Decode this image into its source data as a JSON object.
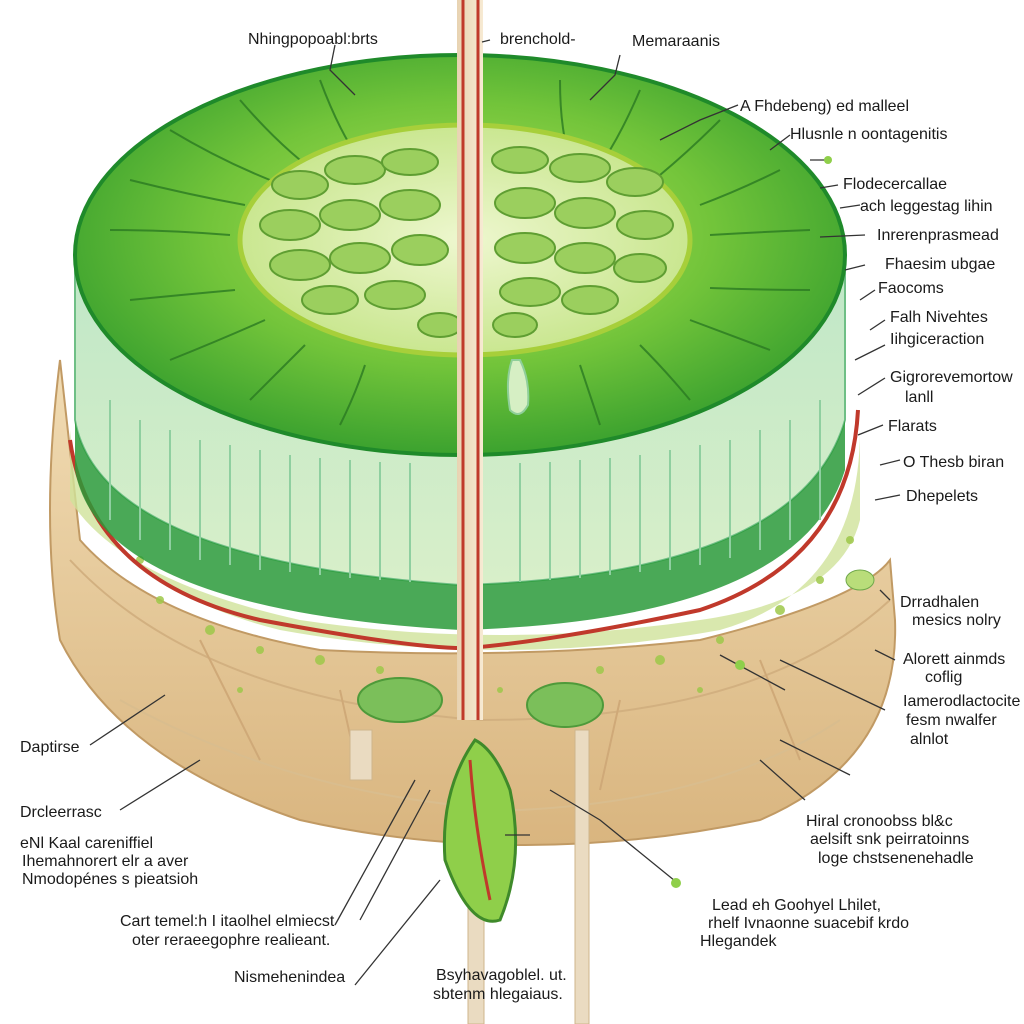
{
  "colors": {
    "leaf_dark": "#1f8a2a",
    "leaf_mid": "#4cb52f",
    "leaf_light": "#8fd04a",
    "cells": "#9bcf5e",
    "soil": "#e9cfa3",
    "soil_dark": "#c9a46f",
    "vessel_red": "#c0392b",
    "leader_line": "#333333"
  },
  "labels": {
    "top_left": "Nhingpopoabl:brts",
    "top_mid": "brenchold-",
    "top_right": "Memaraanis",
    "r1": "A Fhdebeng) ed malleel",
    "r2": "Hlusnle n oontagenitis",
    "r3a": "Flodecercallae",
    "r3b": "ach leggestag lihin",
    "r4": "Inrerenprasmead",
    "r5a": "Fhaesim ubgae",
    "r5b": "Faocoms",
    "r6a": "Falh Nivehtes",
    "r6b": "Iihgiceraction",
    "r7a": "Gigrorevemortow",
    "r7b": "lanll",
    "r8": "Flarats",
    "r9": "O Thesb biran",
    "r10": "Dhepelets",
    "r11a": "Drradhalen",
    "r11b": "mesics nolry",
    "r12a": "Alorett ainmds",
    "r12b": "coflig",
    "r13a": "Iamerodlactocite",
    "r13b": "fesm nwalfer",
    "r13c": "alnlot",
    "r14a": "Hiral cronoobss bl&c",
    "r14b": "aelsift snk peirratoinns",
    "r14c": "loge chstsenenehadle",
    "r15a": "Lead eh Goohyel Lhilet,",
    "r15b": "rhelf Ivnaonne suacebif krdo",
    "r15c": "Hlegandek",
    "l1": "Daptirse",
    "l2": "Drcleerrasc",
    "l3a": "eNl Kaal careniffiel",
    "l3b": "Ihemahnorert elr a aver",
    "l3c": "Nmodopénes s pieatsioh",
    "l4a": "Cart temel:h I itaolhel elmiecst",
    "l4b": "oter reraeegophre realieant.",
    "b1": "Nismehenindea",
    "b2a": "Bsyhavagoblel. ut.",
    "b2b": "sbtenm hlegaiaus."
  }
}
